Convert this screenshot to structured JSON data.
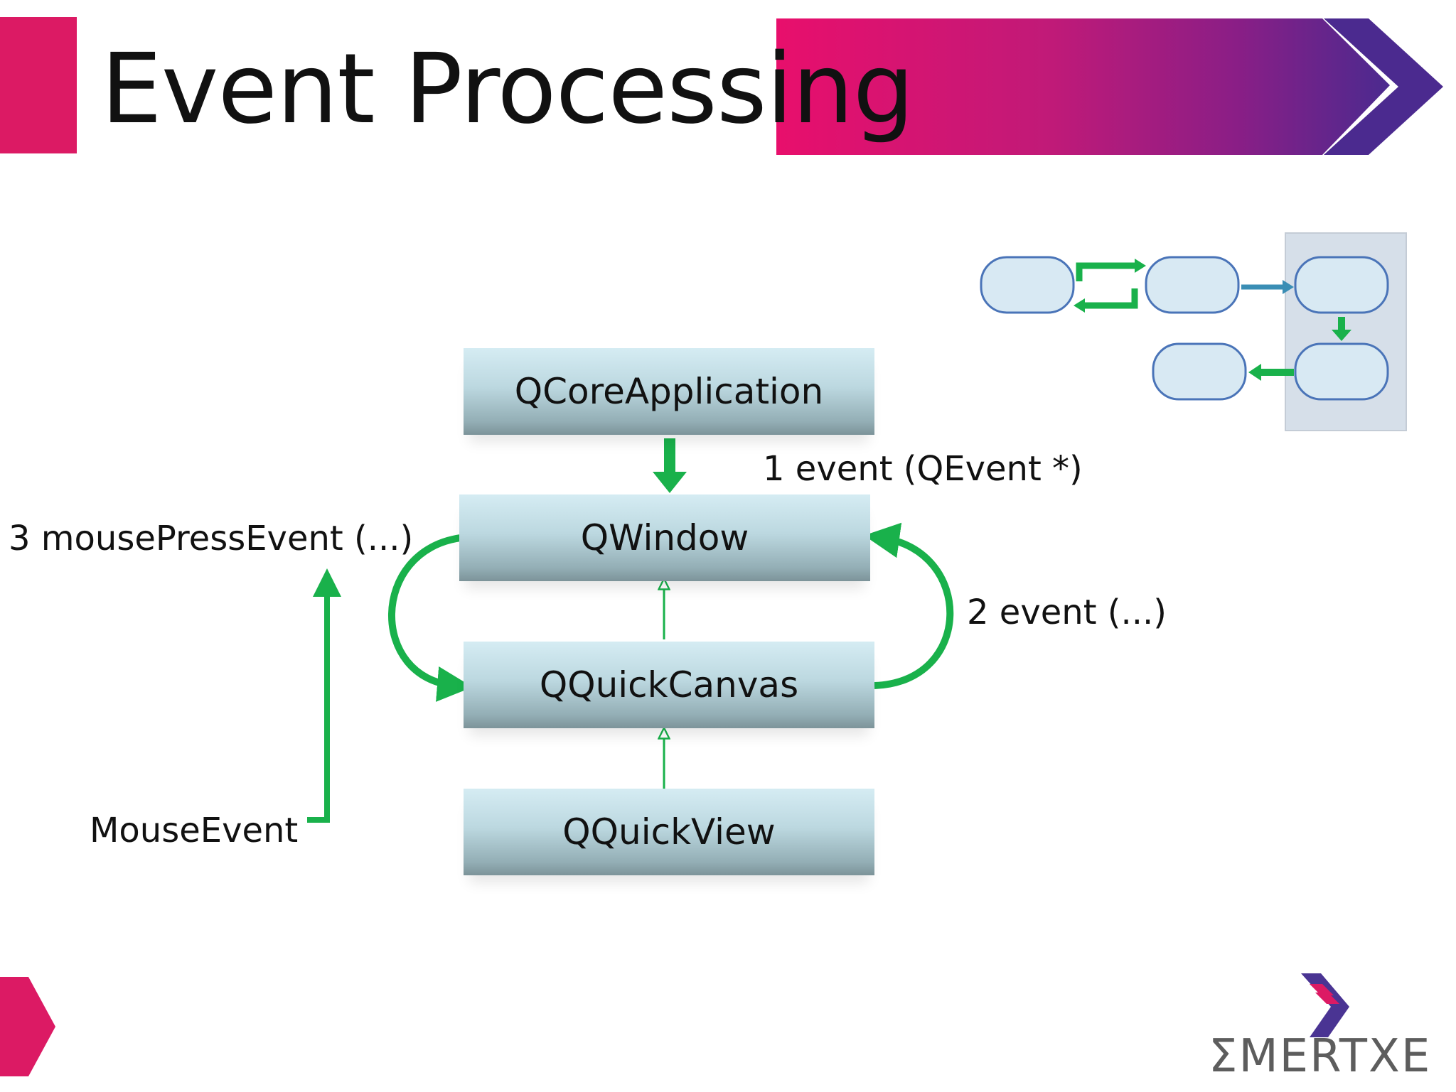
{
  "title": "Event Processing",
  "nodes": {
    "core_app": "QCoreApplication",
    "window": "QWindow",
    "canvas": "QQuickCanvas",
    "view": "QQuickView"
  },
  "labels": {
    "step1": "1 event (QEvent *)",
    "step2": "2 event (...)",
    "step3": "3 mousePressEvent (...)",
    "mouse_event": "MouseEvent"
  },
  "logo": {
    "text": "ΣMERTXE"
  },
  "colors": {
    "brand_pink": "#dc1a64",
    "brand_purple": "#4a3493",
    "arrow_green": "#19b14b",
    "box_blue": "#bcd8e0"
  }
}
